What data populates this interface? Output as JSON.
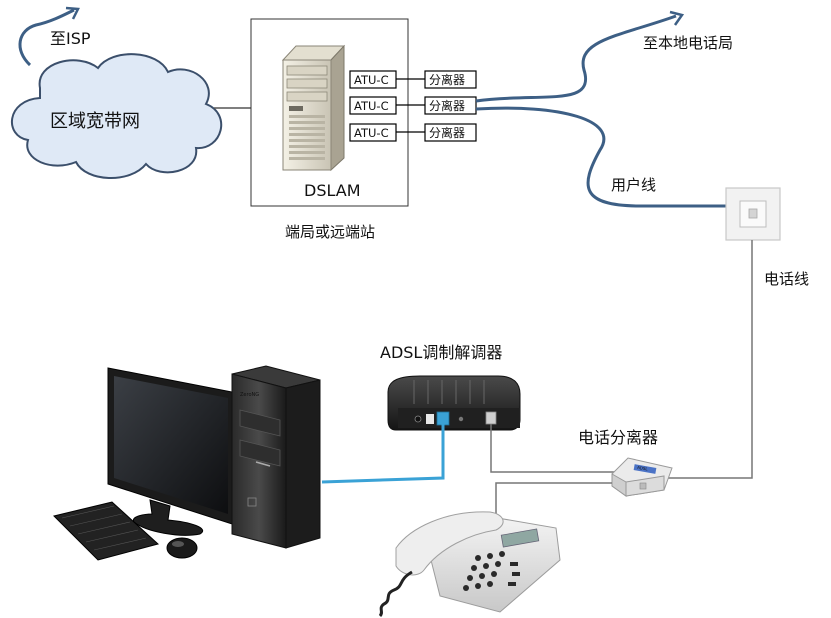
{
  "labels": {
    "to_isp": "至ISP",
    "regional_network": "区域宽带网",
    "to_local_exchange": "至本地电话局",
    "dslam": "DSLAM",
    "central_office": "端局或远端站",
    "user_line": "用户线",
    "phone_line": "电话线",
    "adsl_modem": "ADSL调制解调器",
    "phone_splitter": "电话分离器",
    "pc_brand": "ZeroNG",
    "splitter_device_text": "ADSL"
  },
  "ports": [
    {
      "atu": "ATU-C",
      "splitter": "分离器"
    },
    {
      "atu": "ATU-C",
      "splitter": "分离器"
    },
    {
      "atu": "ATU-C",
      "splitter": "分离器"
    }
  ],
  "colors": {
    "cloud_fill": "#dfe9f6",
    "cloud_stroke": "#3b4f6b",
    "curve_line": "#3d5f85",
    "ethernet": "#3aa2d6",
    "wire": "#777777"
  }
}
